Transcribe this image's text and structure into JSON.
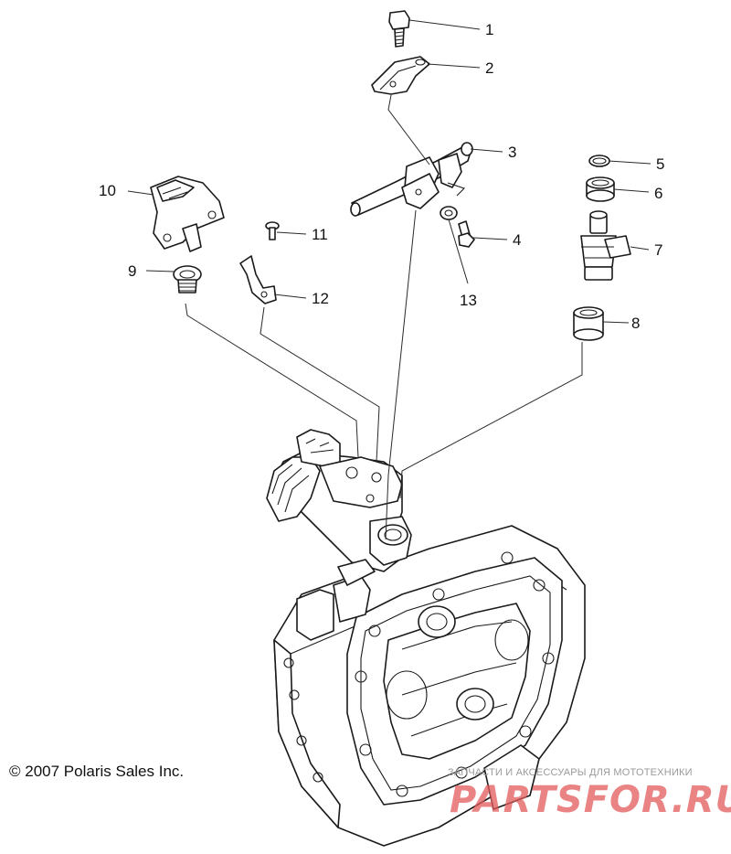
{
  "diagram": {
    "callouts": [
      "1",
      "2",
      "3",
      "4",
      "5",
      "6",
      "7",
      "8",
      "9",
      "10",
      "11",
      "12",
      "13"
    ],
    "copyright": "© 2007 Polaris Sales Inc.",
    "watermark_caption": "ЗАПЧАСТИ И АКСЕССУАРЫ ДЛЯ МОТОТЕХНИКИ",
    "watermark_logo": "PARTSFOR.RU"
  }
}
